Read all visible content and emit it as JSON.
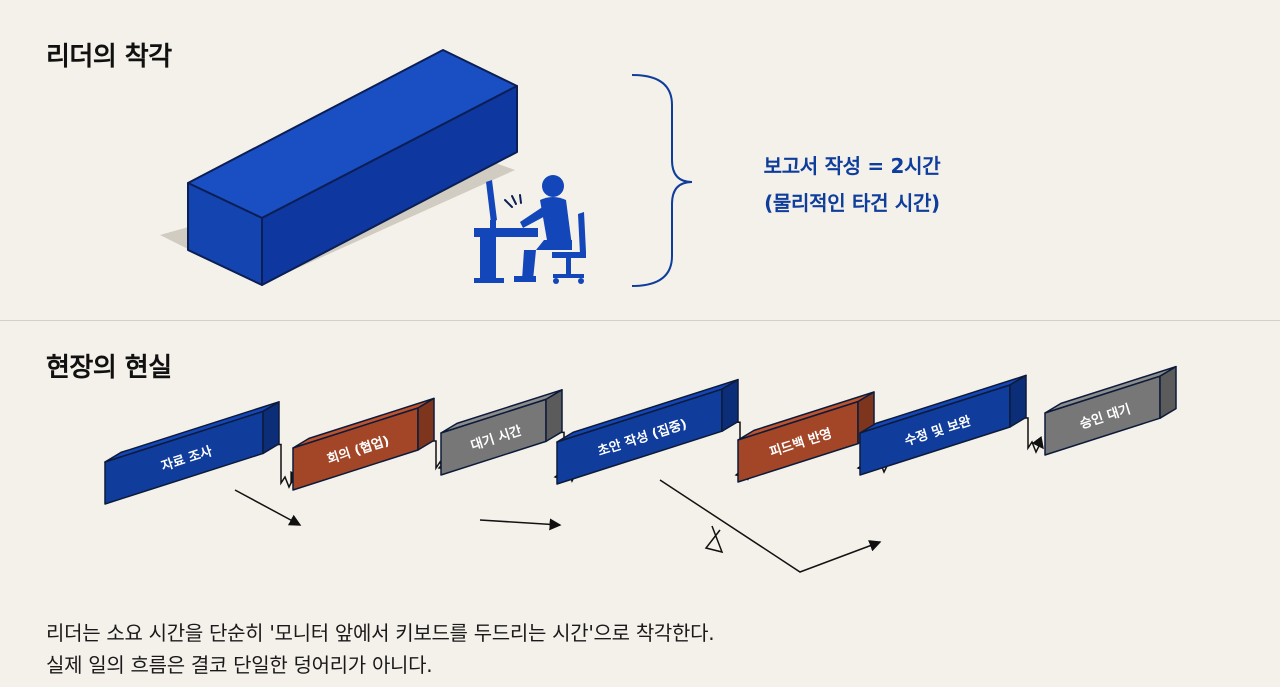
{
  "headings": {
    "illusion": "리더의 착각",
    "reality": "현장의 현실"
  },
  "illusion": {
    "claim": "보고서 작성 = 2시간",
    "claim_note": "(물리적인 타건 시간)"
  },
  "reality": {
    "steps": [
      {
        "label": "자료 조사",
        "kind": "work"
      },
      {
        "label": "회의 (협업)",
        "kind": "collab"
      },
      {
        "label": "대기 시간",
        "kind": "wait"
      },
      {
        "label": "초안 작성 (집중)",
        "kind": "work"
      },
      {
        "label": "피드백 반영",
        "kind": "collab"
      },
      {
        "label": "수정 및 보완",
        "kind": "work"
      },
      {
        "label": "승인 대기",
        "kind": "wait"
      }
    ]
  },
  "caption": {
    "line1": "리더는 소요 시간을 단순히 '모니터 앞에서 키보드를 두드리는 시간'으로 착각한다.",
    "line2": "실제 일의 흐름은 결코 단일한 덩어리가 아니다."
  },
  "colors": {
    "work": "#1346b8",
    "collab": "#c0522e",
    "wait": "#8c8c8c",
    "accent_text": "#0f3d9c",
    "background": "#f4f1ea"
  },
  "icons": {
    "desk_worker": "person-at-computer-icon",
    "brace": "right-curly-brace"
  }
}
